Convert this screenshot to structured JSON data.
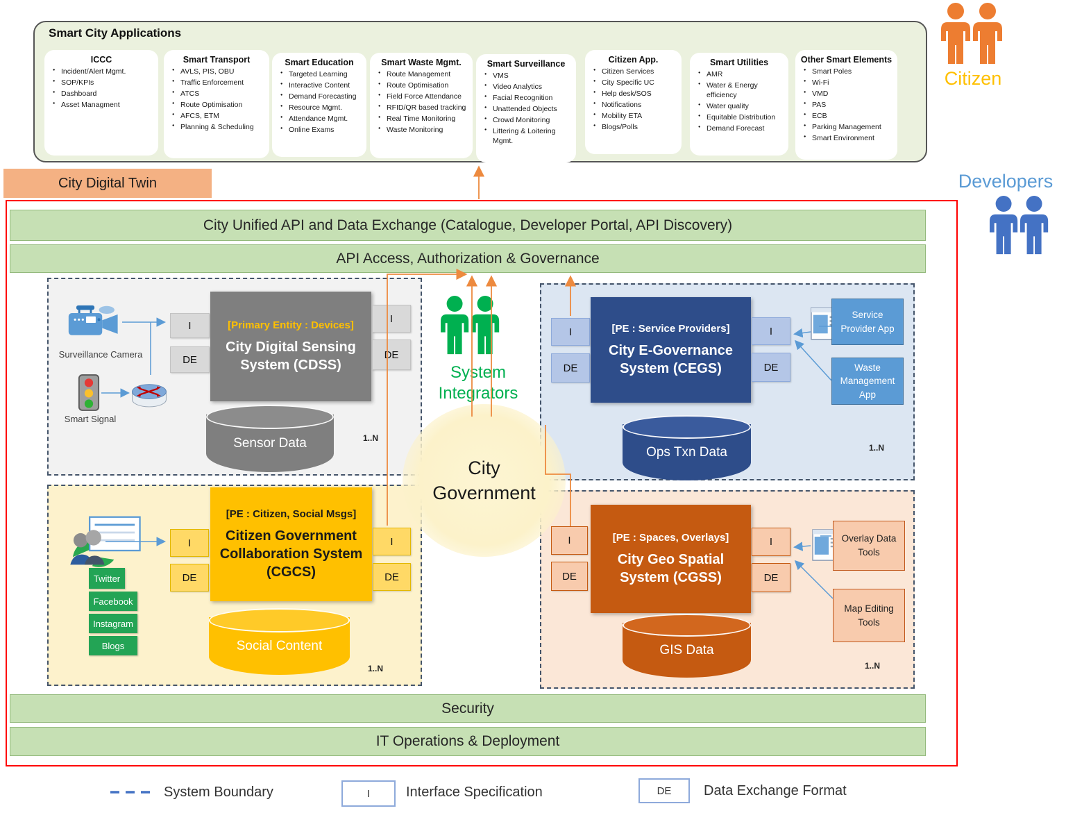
{
  "apps_band": {
    "title": "Smart City Applications",
    "columns": [
      {
        "title": "ICCC",
        "items": [
          "Incident/Alert Mgmt.",
          "SOP/KPIs",
          "Dashboard",
          "Asset Managment"
        ]
      },
      {
        "title": "Smart Transport",
        "items": [
          "AVLS, PIS, OBU",
          "Traffic Enforcement",
          "ATCS",
          "Route Optimisation",
          "AFCS, ETM",
          "Planning & Scheduling"
        ]
      },
      {
        "title": "Smart Education",
        "items": [
          "Targeted Learning",
          "Interactive Content",
          "Demand Forecasting",
          "Resource Mgmt.",
          "Attendance Mgmt.",
          "Online Exams"
        ]
      },
      {
        "title": "Smart Waste Mgmt.",
        "items": [
          "Route Management",
          "Route Optimisation",
          "Field Force Attendance",
          "RFID/QR based tracking",
          "Real Time Monitoring",
          "Waste Monitoring"
        ]
      },
      {
        "title": "Smart Surveillance",
        "items": [
          "VMS",
          "Video Analytics",
          "Facial Recognition",
          "Unattended Objects",
          "Crowd Monitoring",
          "Littering & Loitering Mgmt."
        ]
      },
      {
        "title": "Citizen App.",
        "items": [
          "Citizen Services",
          "City Specific UC",
          "Help desk/SOS",
          "Notifications",
          "Mobility ETA",
          "Blogs/Polls"
        ]
      },
      {
        "title": "Smart Utilities",
        "items": [
          "AMR",
          "Water & Energy efficiency",
          "Water quality",
          "Equitable Distribution",
          "Demand Forecast"
        ]
      },
      {
        "title": "Other Smart Elements",
        "items": [
          "Smart Poles",
          "Wi-Fi",
          "VMD",
          "PAS",
          "ECB",
          "Parking Management",
          "Smart Environment"
        ]
      }
    ]
  },
  "digital_twin_label": "City Digital Twin",
  "bars": {
    "unified_api": "City Unified API and Data Exchange (Catalogue, Developer Portal, API Discovery)",
    "api_access": "API Access, Authorization & Governance",
    "security": "Security",
    "it_ops": "IT Operations & Deployment"
  },
  "actors": {
    "citizen": "Citizen",
    "developers": "Developers",
    "system_integrators": "System Integrators",
    "city_government": "City Government"
  },
  "labels": {
    "interface": "I",
    "data_exchange": "DE",
    "cardinality": "1..N"
  },
  "systems": {
    "cdss": {
      "primary_entity": "[Primary Entity : Devices]",
      "title": "City Digital Sensing System (CDSS)",
      "datastore": "Sensor Data",
      "sources": {
        "camera": "Surveillance Camera",
        "signal": "Smart Signal"
      }
    },
    "cegs": {
      "primary_entity": "[PE : Service Providers]",
      "title": "City E-Governance System (CEGS)",
      "datastore": "Ops Txn Data",
      "apps": [
        "Service Provider App",
        "Waste Management App"
      ]
    },
    "cgcs": {
      "primary_entity": "[PE : Citizen, Social Msgs]",
      "title": "Citizen Government Collaboration System (CGCS)",
      "datastore": "Social Content",
      "channels": [
        "Twitter",
        "Facebook",
        "Instagram",
        "Blogs"
      ]
    },
    "cgss": {
      "primary_entity": "[PE : Spaces, Overlays]",
      "title": "City Geo Spatial System (CGSS)",
      "datastore": "GIS Data",
      "tools": [
        "Overlay Data Tools",
        "Map Editing Tools"
      ]
    }
  },
  "legend": {
    "system_boundary": "System Boundary",
    "interface_spec": "Interface Specification",
    "data_exchange_format": "Data Exchange Format"
  },
  "colors": {
    "connector_orange": "#ed8a3f",
    "connector_blue": "#5b9bd5",
    "green_bar": "#c6e0b4",
    "cdss_gray": "#7f7f7f",
    "cegs_blue": "#2e4d8a",
    "cgcs_gold": "#ffc000",
    "cgss_orange": "#c55a11",
    "citizen_orange": "#ed7d31",
    "citizen_text": "#ffc000",
    "developer_blue": "#4472c4",
    "integrator_green": "#00b050"
  }
}
